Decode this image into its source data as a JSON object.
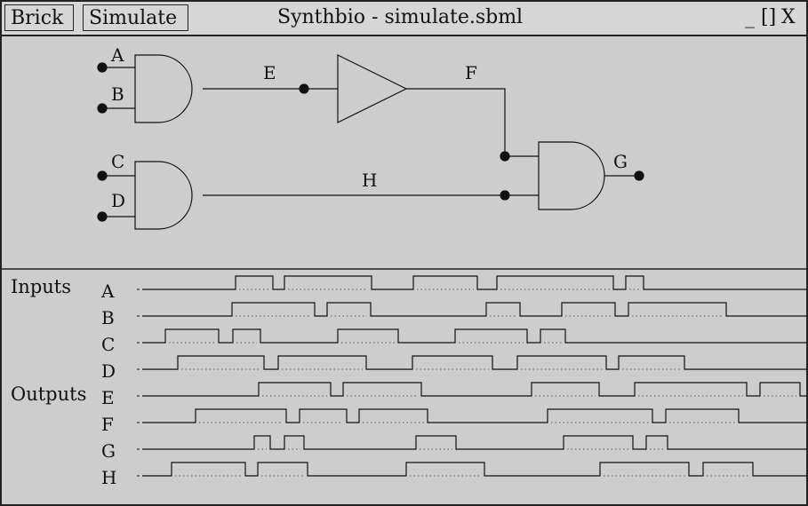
{
  "window": {
    "menu": {
      "brick_label": "Brick",
      "simulate_label": "Simulate"
    },
    "title": "Synthbio - simulate.sbml",
    "controls": {
      "minimize": "_",
      "maximize": "[]",
      "close": "X"
    }
  },
  "circuit": {
    "labels": {
      "A": "A",
      "B": "B",
      "C": "C",
      "D": "D",
      "E": "E",
      "F": "F",
      "G": "G",
      "H": "H"
    }
  },
  "timing": {
    "inputs_label": "Inputs",
    "outputs_label": "Outputs",
    "signals": [
      {
        "name": "A",
        "segments": [
          [
            158,
            263,
            0
          ],
          [
            263,
            305,
            1
          ],
          [
            305,
            318,
            0
          ],
          [
            318,
            416,
            1
          ],
          [
            416,
            463,
            0
          ],
          [
            463,
            535,
            1
          ],
          [
            535,
            557,
            0
          ],
          [
            557,
            688,
            1
          ],
          [
            688,
            702,
            0
          ],
          [
            702,
            722,
            1
          ],
          [
            722,
            905,
            0
          ]
        ]
      },
      {
        "name": "B",
        "segments": [
          [
            158,
            259,
            0
          ],
          [
            259,
            352,
            1
          ],
          [
            352,
            366,
            0
          ],
          [
            366,
            415,
            1
          ],
          [
            415,
            545,
            0
          ],
          [
            545,
            583,
            1
          ],
          [
            583,
            630,
            0
          ],
          [
            630,
            690,
            1
          ],
          [
            690,
            705,
            0
          ],
          [
            705,
            815,
            1
          ],
          [
            815,
            905,
            0
          ]
        ]
      },
      {
        "name": "C",
        "segments": [
          [
            158,
            184,
            0
          ],
          [
            184,
            244,
            1
          ],
          [
            244,
            260,
            0
          ],
          [
            260,
            291,
            1
          ],
          [
            291,
            378,
            0
          ],
          [
            378,
            446,
            1
          ],
          [
            446,
            510,
            0
          ],
          [
            510,
            591,
            1
          ],
          [
            591,
            606,
            0
          ],
          [
            606,
            634,
            1
          ],
          [
            634,
            905,
            0
          ]
        ]
      },
      {
        "name": "D",
        "segments": [
          [
            158,
            198,
            0
          ],
          [
            198,
            295,
            1
          ],
          [
            295,
            311,
            0
          ],
          [
            311,
            410,
            1
          ],
          [
            410,
            462,
            0
          ],
          [
            462,
            552,
            1
          ],
          [
            552,
            580,
            0
          ],
          [
            580,
            680,
            1
          ],
          [
            680,
            694,
            0
          ],
          [
            694,
            768,
            1
          ],
          [
            768,
            905,
            0
          ]
        ]
      },
      {
        "name": "E",
        "segments": [
          [
            158,
            289,
            0
          ],
          [
            289,
            370,
            1
          ],
          [
            370,
            384,
            0
          ],
          [
            384,
            472,
            1
          ],
          [
            472,
            596,
            0
          ],
          [
            596,
            672,
            1
          ],
          [
            672,
            712,
            0
          ],
          [
            712,
            838,
            1
          ],
          [
            838,
            853,
            0
          ],
          [
            853,
            898,
            1
          ],
          [
            898,
            905,
            0
          ]
        ]
      },
      {
        "name": "F",
        "segments": [
          [
            158,
            218,
            0
          ],
          [
            218,
            320,
            1
          ],
          [
            320,
            335,
            0
          ],
          [
            335,
            388,
            1
          ],
          [
            388,
            402,
            0
          ],
          [
            402,
            479,
            1
          ],
          [
            479,
            614,
            0
          ],
          [
            614,
            732,
            1
          ],
          [
            732,
            747,
            0
          ],
          [
            747,
            829,
            1
          ],
          [
            829,
            905,
            0
          ]
        ]
      },
      {
        "name": "G",
        "segments": [
          [
            158,
            284,
            0
          ],
          [
            284,
            302,
            1
          ],
          [
            302,
            318,
            0
          ],
          [
            318,
            340,
            1
          ],
          [
            340,
            466,
            0
          ],
          [
            466,
            511,
            1
          ],
          [
            511,
            632,
            0
          ],
          [
            632,
            710,
            1
          ],
          [
            710,
            725,
            0
          ],
          [
            725,
            749,
            1
          ],
          [
            749,
            905,
            0
          ]
        ]
      },
      {
        "name": "H",
        "segments": [
          [
            158,
            191,
            0
          ],
          [
            191,
            274,
            1
          ],
          [
            274,
            288,
            0
          ],
          [
            288,
            344,
            1
          ],
          [
            344,
            455,
            0
          ],
          [
            455,
            543,
            1
          ],
          [
            543,
            673,
            0
          ],
          [
            673,
            773,
            1
          ],
          [
            773,
            789,
            0
          ],
          [
            789,
            845,
            1
          ],
          [
            845,
            905,
            0
          ]
        ]
      }
    ]
  }
}
